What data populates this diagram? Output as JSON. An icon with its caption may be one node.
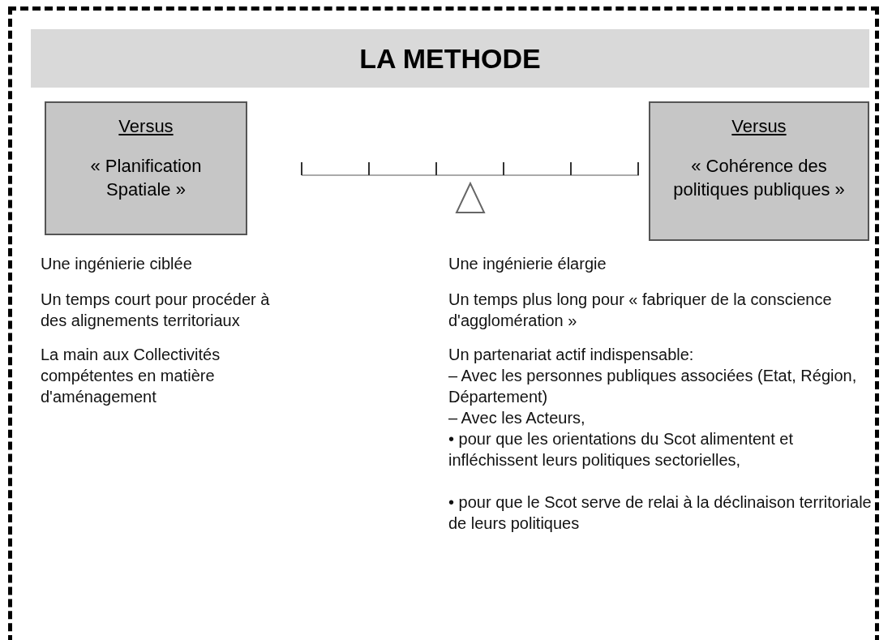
{
  "diagram": {
    "title": "LA METHODE",
    "nodes": [
      {
        "text": [
          "Versus",
          "« Planification Spatiale »"
        ]
      },
      {
        "text": [
          "Versus",
          "« Cohérence des politiques publiques »"
        ]
      }
    ],
    "labels": [
      "Une ingénierie ciblée",
      "Un temps court pour procéder à des alignements territoriaux",
      "La main aux Collectivités compétentes en matière d'aménagement",
      "Une ingénierie élargie",
      "Un temps plus long pour « fabriquer de la conscience d'agglomération »",
      "Un partenariat actif indispensable:",
      "– Avec les personnes publiques associées (Etat, Région, Département)",
      "– Avec les Acteurs,",
      "• pour que les orientations du Scot alimentent et infléchissent leurs politiques sectorielles,",
      "• pour que le Scot serve de relai à la déclinaison territoriale de leurs politiques"
    ]
  }
}
